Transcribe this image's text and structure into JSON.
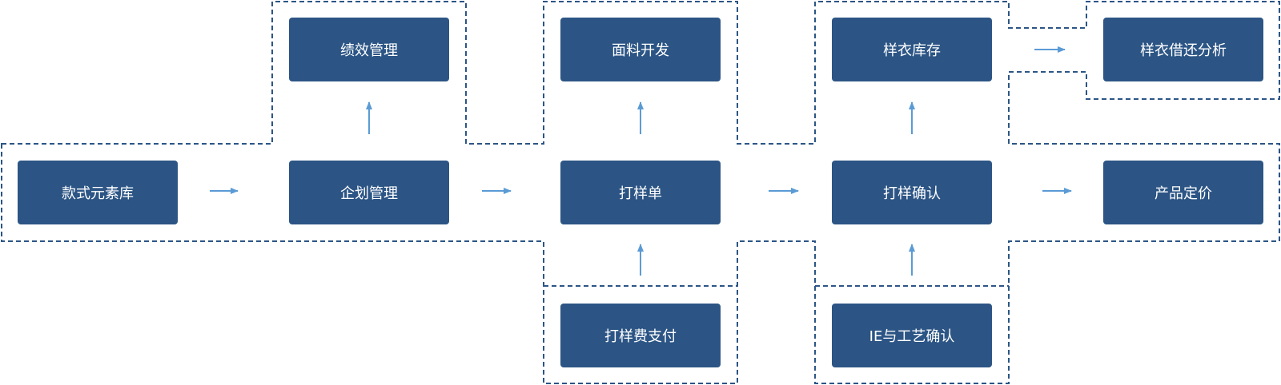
{
  "colors": {
    "node_fill": "#2c5585",
    "node_text": "#ffffff",
    "group_border": "#2c5585",
    "arrow": "#5b9bd5",
    "background": "#ffffff"
  },
  "nodes": {
    "style_library": "款式元素库",
    "planning": "企划管理",
    "performance": "绩效管理",
    "sample_order": "打样单",
    "fabric_dev": "面料开发",
    "sample_fee": "打样费支付",
    "sample_confirm": "打样确认",
    "sample_inventory": "样衣库存",
    "ie_process": "IE与工艺确认",
    "product_pricing": "产品定价",
    "loan_analysis": "样衣借还分析"
  }
}
